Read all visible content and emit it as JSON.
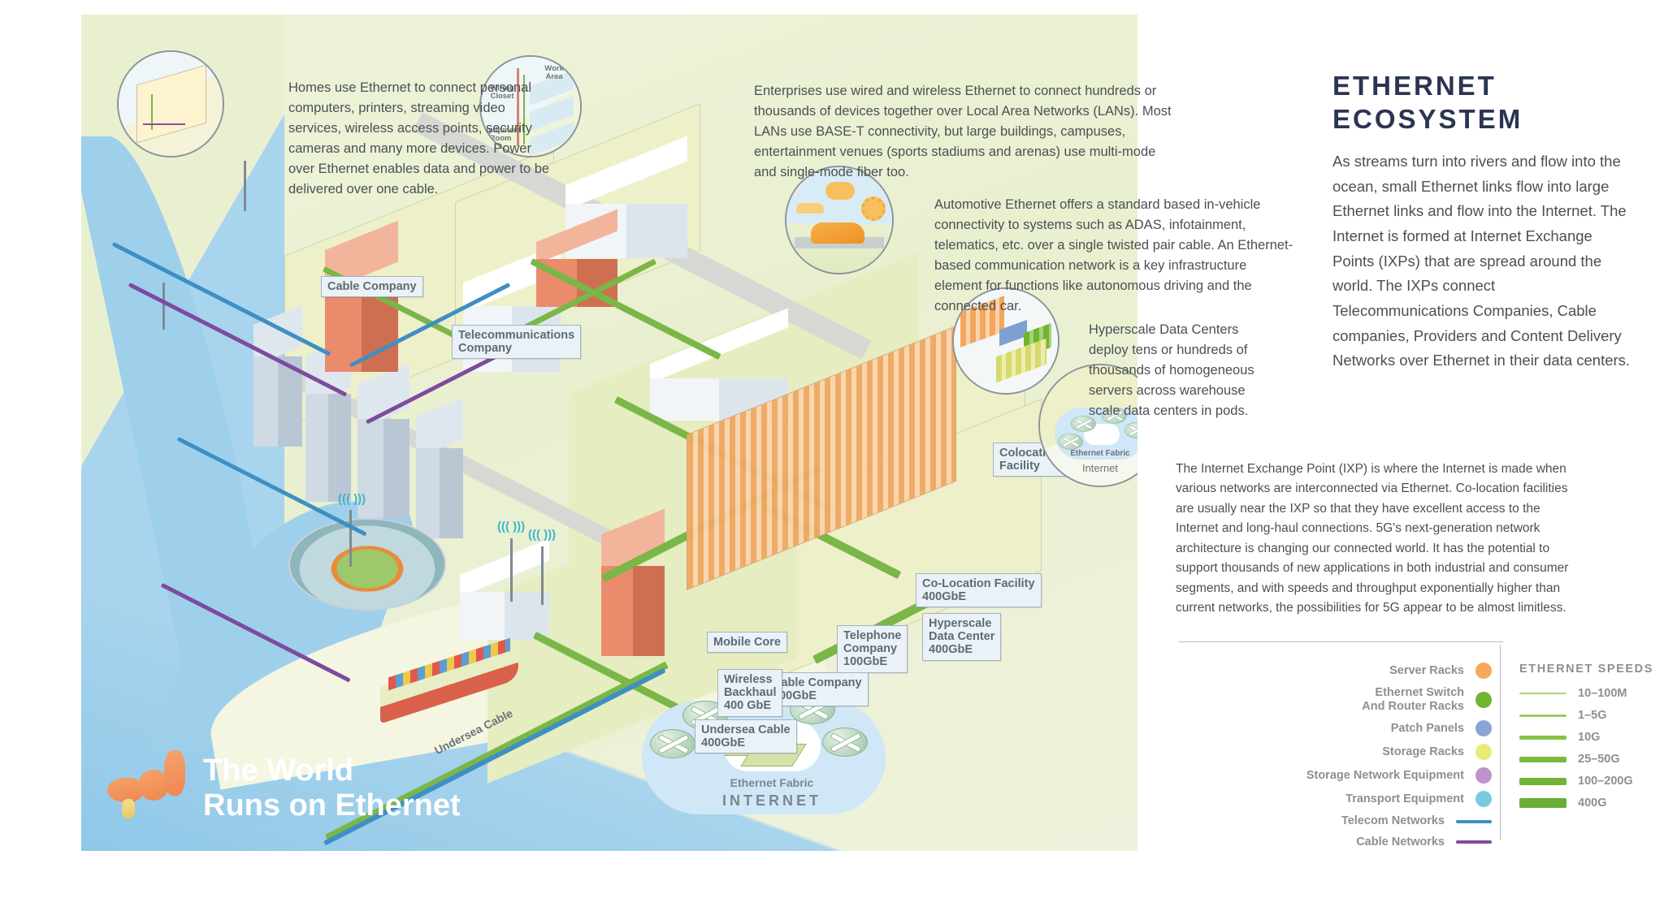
{
  "right_panel": {
    "title_line1": "ETHERNET",
    "title_line2": "ECOSYSTEM",
    "intro": "As streams turn into rivers and flow into the ocean, small Ethernet links flow into large Ethernet links and flow into the Internet.  The Internet is formed at Internet Exchange Points (IXPs) that are spread around the world. The IXPs connect Telecommunications Companies, Cable companies, Providers and Content Delivery Networks over Ethernet in their data centers.",
    "ixp_paragraph": "The Internet Exchange Point (IXP) is where the Internet is made when various networks are interconnected via Ethernet. Co-location facilities are usually near the IXP so that they have excellent access to the Internet and long-haul connections. 5G's next-generation network architecture is changing our connected world. It has the potential to support thousands of new applications in both industrial and consumer segments, and with speeds and throughput exponentially higher than current networks, the possibilities for 5G appear to be almost limitless."
  },
  "callouts": {
    "homes": "Homes use Ethernet to connect personal computers, printers, streaming video services, wireless access points, security cameras and many more devices. Power over Ethernet enables data and power to be delivered over one cable.",
    "enterprise": "Enterprises use wired and wireless Ethernet to connect hundreds or thousands of devices together over Local Area Networks (LANs). Most LANs use BASE-T connectivity, but large buildings, campuses, entertainment venues (sports stadiums and arenas) use multi-mode and single-mode fiber too.",
    "automotive": "Automotive Ethernet offers a standard based in-vehicle connectivity to systems such as ADAS, infotainment, telematics, etc. over a single twisted pair cable. An Ethernet-based communication network is a key infrastructure element for functions like autonomous driving and the connected car.",
    "hyperscale": "Hyperscale Data Centers deploy tens or hundreds of thousands of homogeneous servers across warehouse scale data centers in pods."
  },
  "inset_labels": {
    "wiring_closet": "Wiring\nCloset",
    "work_area": "Work\nArea",
    "equipment_room": "Equipment\nRoom",
    "ethernet_fabric": "Ethernet Fabric",
    "internet": "Internet"
  },
  "map_labels": [
    {
      "id": "cable-company-top",
      "text": "Cable Company"
    },
    {
      "id": "telecommunications-company",
      "text": "Telecommunications\nCompany"
    },
    {
      "id": "colocation-facility",
      "text": "Colocation\nFacility"
    },
    {
      "id": "co-location-facility-400",
      "text": "Co-Location Facility\n400GbE"
    },
    {
      "id": "hyperscale-data-center-400",
      "text": "Hyperscale\nData Center\n400GbE"
    },
    {
      "id": "telephone-company-100",
      "text": "Telephone\nCompany\n100GbE"
    },
    {
      "id": "mobile-core",
      "text": "Mobile Core"
    },
    {
      "id": "cable-company-100",
      "text": "Cable Company\n100GbE"
    },
    {
      "id": "wireless-backhaul-400",
      "text": "Wireless\nBackhaul\n400 GbE"
    },
    {
      "id": "undersea-cable-400",
      "text": "Undersea Cable\n400GbE"
    }
  ],
  "map_text": {
    "undersea_cable_path": "Undersea Cable",
    "cloud_fabric": "Ethernet Fabric",
    "cloud_internet": "INTERNET",
    "banner_line1": "The World",
    "banner_line2": "Runs on Ethernet"
  },
  "legend": {
    "items": [
      {
        "label": "Server Racks",
        "color": "#f6a95c",
        "type": "dot"
      },
      {
        "label": "Ethernet Switch\nAnd Router Racks",
        "color": "#6fb52e",
        "type": "dot"
      },
      {
        "label": "Patch Panels",
        "color": "#8aa4d6",
        "type": "dot"
      },
      {
        "label": "Storage Racks",
        "color": "#ecea79",
        "type": "dot"
      },
      {
        "label": "Storage Network Equipment",
        "color": "#bf92c9",
        "type": "dot"
      },
      {
        "label": "Transport Equipment",
        "color": "#79cadc",
        "type": "dot"
      },
      {
        "label": "Telecom Networks",
        "color": "#3d8fc4",
        "type": "line"
      },
      {
        "label": "Cable Networks",
        "color": "#7d4b9e",
        "type": "line"
      }
    ],
    "speeds_title": "ETHERNET SPEEDS",
    "speeds": [
      {
        "label": "10–100M",
        "weight": 2,
        "color": "#a9d47e"
      },
      {
        "label": "1–5G",
        "weight": 3,
        "color": "#96cc63"
      },
      {
        "label": "10G",
        "weight": 5,
        "color": "#84c244"
      },
      {
        "label": "25–50G",
        "weight": 7,
        "color": "#79b93c"
      },
      {
        "label": "100–200G",
        "weight": 9,
        "color": "#72b338"
      },
      {
        "label": "400G",
        "weight": 12,
        "color": "#6aae33"
      }
    ]
  }
}
